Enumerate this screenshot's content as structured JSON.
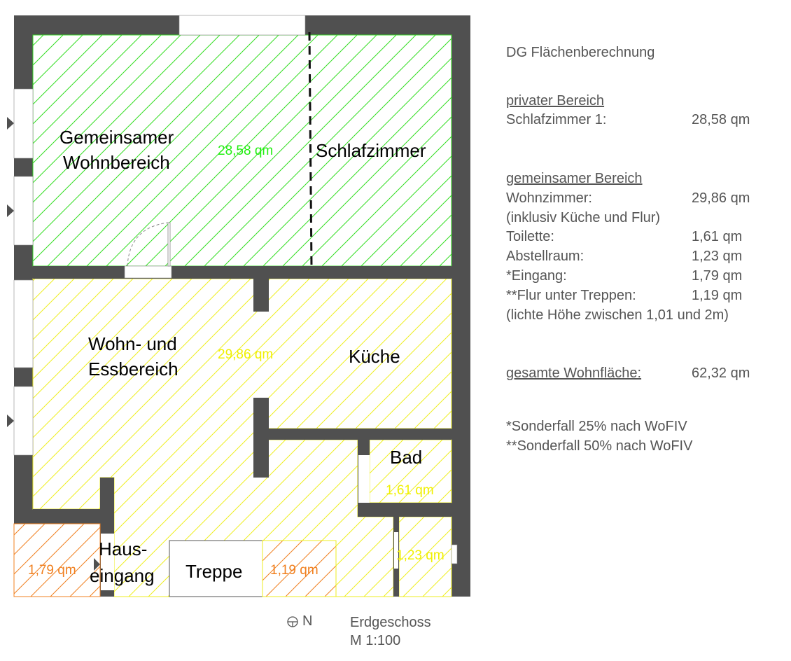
{
  "plan": {
    "rooms": [
      {
        "name": "Gemeinsamer",
        "name2": "Wohnbereich"
      },
      {
        "name": "Schlafzimmer"
      },
      {
        "name": "Wohn- und",
        "name2": "Essbereich"
      },
      {
        "name": "Küche"
      },
      {
        "name": "Bad"
      },
      {
        "name": "Haus-",
        "name2": "eingang"
      },
      {
        "name": "Treppe"
      }
    ],
    "areas": {
      "green": "28,58 qm",
      "yellow": "29,86 qm",
      "bad": "1,61 qm",
      "abstell": "1,23 qm",
      "eingang": "1,79 qm",
      "flur": "1,19 qm"
    },
    "colors": {
      "wall": "#505050",
      "green": "#33dd22",
      "yellow": "#f0f000",
      "orange": "#f08020"
    }
  },
  "panel": {
    "title": "DG Flächenberechnung",
    "private_heading": "privater Bereich",
    "private": [
      {
        "k": "Schlafzimmer 1:",
        "v": "28,58 qm"
      }
    ],
    "shared_heading": "gemeinsamer Bereich",
    "shared": [
      {
        "k": "Wohnzimmer:",
        "v": "29,86 qm"
      },
      {
        "k": "(inklusiv Küche und Flur)",
        "v": ""
      },
      {
        "k": "Toilette:",
        "v": "1,61 qm"
      },
      {
        "k": "Abstellraum:",
        "v": "1,23 qm"
      },
      {
        "k": "*Eingang:",
        "v": "1,79 qm"
      },
      {
        "k": "**Flur unter Treppen:",
        "v": "1,19 qm"
      }
    ],
    "note_height": "(lichte Höhe zwischen 1,01 und 2m)",
    "total_label": "gesamte Wohnfläche:",
    "total_value": "62,32 qm",
    "footnote1": "*Sonderfall 25% nach WoFIV",
    "footnote2": "**Sonderfall 50% nach WoFIV"
  },
  "footer": {
    "north": "N",
    "floor": "Erdgeschoss",
    "scale": "M 1:100"
  }
}
